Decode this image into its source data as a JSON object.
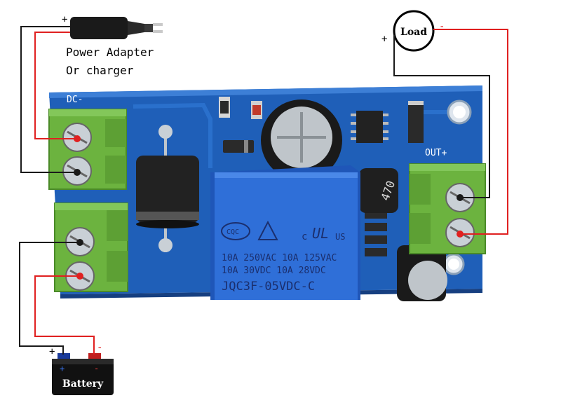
{
  "adapter": {
    "plus_mark": "+",
    "minus_mark": "-",
    "label_line1": "Power Adapter",
    "label_line2": "Or charger"
  },
  "load": {
    "label": "Load",
    "plus_mark": "+",
    "minus_mark": "-"
  },
  "battery": {
    "label": "Battery",
    "plus_mark": "+",
    "minus_mark": "-",
    "post_plus": "+",
    "post_minus": "-"
  },
  "board": {
    "dc_label": "DC-",
    "out_label": "OUT+",
    "capacitor_text": "470",
    "relay": {
      "cert_cqc": "CQC",
      "cert_c": "c",
      "cert_ul": "UL",
      "cert_us": "US",
      "line1": "10A 250VAC  10A 125VAC",
      "line2": "10A  30VDC  10A  28VDC",
      "model": "JQC3F-05VDC-C"
    }
  },
  "colors": {
    "board": "#1f5fb8",
    "terminal": "#6cb33f",
    "wire_positive": "#e02020",
    "wire_negative": "#1a1a1a",
    "relay_body": "#2f6fd8"
  }
}
